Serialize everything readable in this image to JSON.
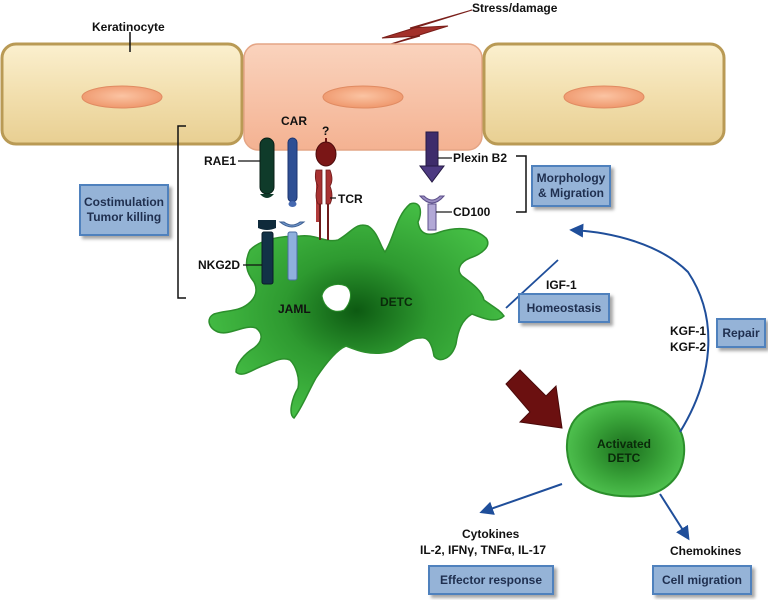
{
  "labels": {
    "stress": "Stress/damage",
    "keratinocyte": "Keratinocyte",
    "car": "CAR",
    "question": "?",
    "rae1": "RAE1",
    "tcr": "TCR",
    "nkg2d": "NKG2D",
    "jaml": "JAML",
    "plexin_b2": "Plexin B2",
    "cd100": "CD100",
    "detc": "DETC",
    "igf1": "IGF-1",
    "kgf1": "KGF-1",
    "kgf2": "KGF-2",
    "activated_line1": "Activated",
    "activated_line2": "DETC",
    "cytokines": "Cytokines",
    "cytokine_list": "IL-2, IFNγ, TNFα, IL-17",
    "chemokines": "Chemokines"
  },
  "boxes": {
    "costimulation_line1": "Costimulation",
    "costimulation_line2": "Tumor killing",
    "morphology_line1": "Morphology",
    "morphology_line2": "& Migration",
    "homeostasis": "Homeostasis",
    "repair": "Repair",
    "effector": "Effector response",
    "cell_migration": "Cell migration"
  },
  "colors": {
    "keratinocyte_fill": "#f2dfae",
    "stressed_cell_fill": "#f7bfa3",
    "nucleus": "#f6a883",
    "detc_green": "#3cb83c",
    "box_fill": "#95b3d7",
    "box_border": "#4f81bd",
    "arrow_blue": "#1f4e9a",
    "big_arrow": "#6b1010",
    "lightning": "#a3302a"
  },
  "icons": [
    "lightning-bolt-icon",
    "large-arrow-icon"
  ]
}
